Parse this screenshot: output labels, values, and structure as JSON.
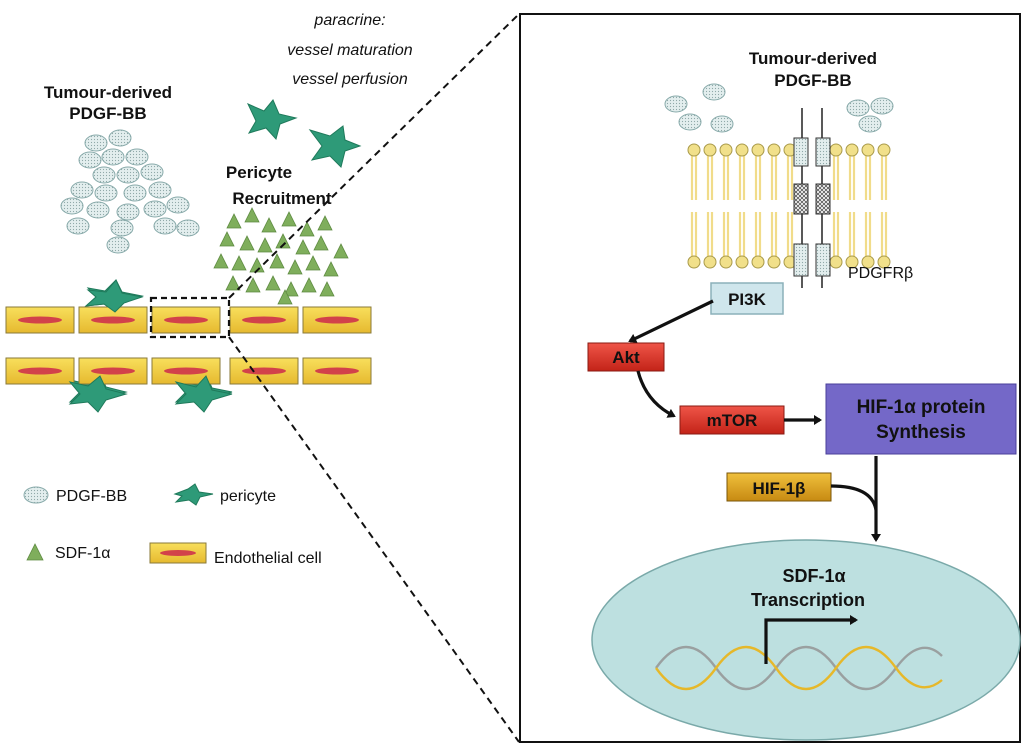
{
  "left_panel": {
    "tumour_label_line1": "Tumour-derived",
    "tumour_label_line2": "PDGF-BB",
    "paracrine_line1": "paracrine:",
    "paracrine_line2": "vessel maturation",
    "paracrine_line3": "vessel perfusion",
    "pericyte_label_line1": "Pericyte",
    "pericyte_label_line2": "Recruitment"
  },
  "legend": {
    "pdgf": "PDGF-BB",
    "pericyte": "pericyte",
    "sdf": "SDF-1α",
    "endothelial": "Endothelial cell"
  },
  "right_panel": {
    "tumour_label_line1": "Tumour-derived",
    "tumour_label_line2": "PDGF-BB",
    "receptor": "PDGFRβ",
    "pi3k": "PI3K",
    "akt": "Akt",
    "mtor": "mTOR",
    "hif_synthesis_line1": "HIF-1α protein",
    "hif_synthesis_line2": "Synthesis",
    "hif1b": "HIF-1β",
    "nucleus_line1": "SDF-1α",
    "nucleus_line2": "Transcription"
  },
  "colors": {
    "pericyte": "#2e9a78",
    "sdf": "#7fae5c",
    "endo_fill": "#f5d54b",
    "nucleus_fill": "#bde0e0",
    "pi3k_fill": "#cfe6ec",
    "akt_fill": "#e03b2e",
    "hif_fill": "#7468c8",
    "hif1b_fill": "#e0a526"
  }
}
